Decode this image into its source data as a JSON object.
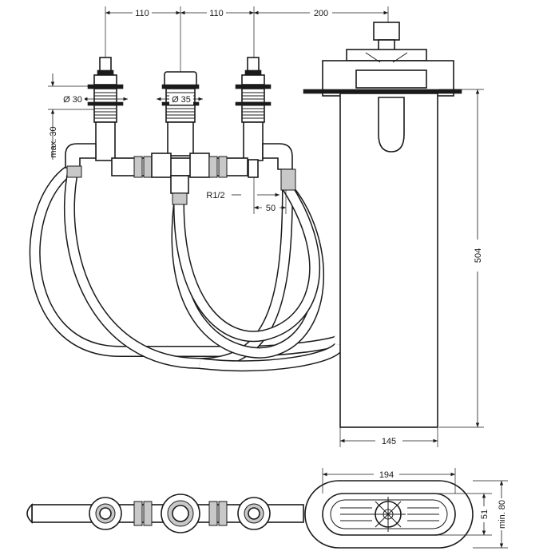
{
  "dimensions": {
    "spacing_left": "110",
    "spacing_right": "110",
    "offset_to_spout": "200",
    "diameter_valve": "Ø 30",
    "diameter_outlet": "Ø 35",
    "max_thickness": "max. 30",
    "thread": "R1/2",
    "thread_offset": "50",
    "spout_height": "504",
    "spout_width": "145",
    "plate_length": "194",
    "plate_height": "51",
    "plate_min": "min. 80"
  }
}
